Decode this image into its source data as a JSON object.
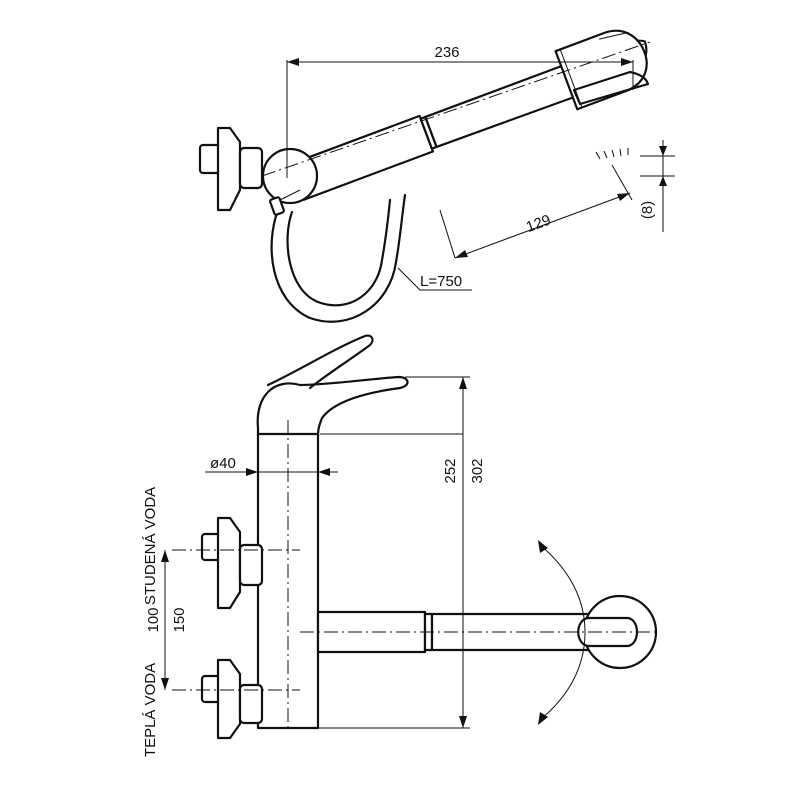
{
  "dimensions": {
    "overall_length": "236",
    "hose_length": "L=750",
    "spout_extension": "129",
    "head_offset": "(8)",
    "body_diameter": "ø40",
    "height_1": "252",
    "height_2": "302",
    "spacing_1": "100",
    "spacing_2": "150"
  },
  "labels": {
    "cold_water": "STUDENÁ VODA",
    "hot_water": "TEPLÁ VODA"
  },
  "colors": {
    "line": "#111111",
    "background": "#ffffff"
  }
}
